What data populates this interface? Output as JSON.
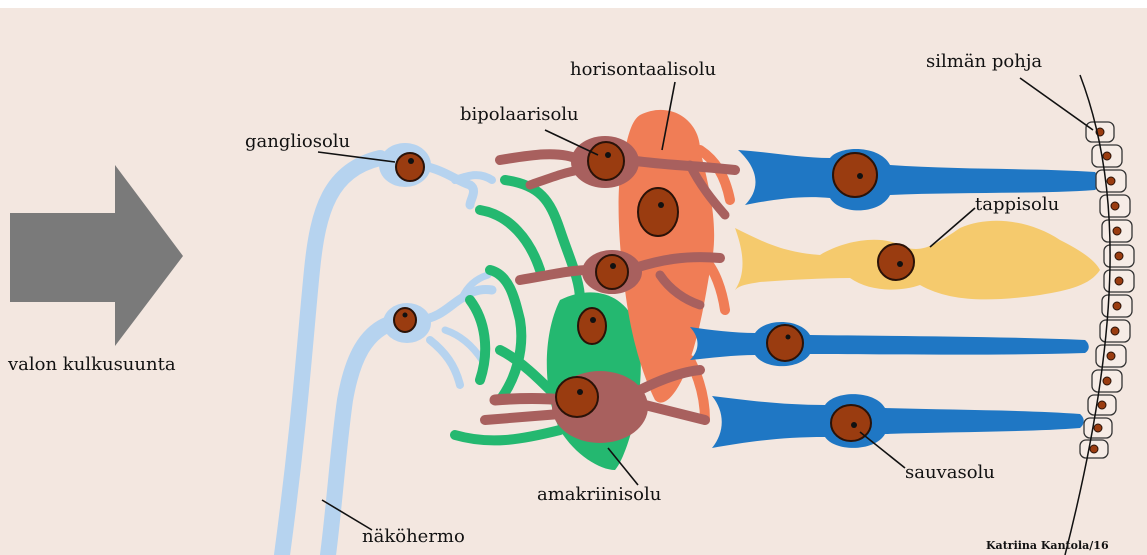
{
  "labels": {
    "light_direction": "valon kulkusuunta",
    "ganglion_cell": "gangliosolu",
    "bipolar_cell": "bipolaarisolu",
    "horizontal_cell": "horisontaalisolu",
    "fundus": "silmän pohja",
    "cone_cell": "tappisolu",
    "rod_cell": "sauvasolu",
    "amacrine_cell": "amakriinisolu",
    "optic_nerve": "näköhermo",
    "credit": "Katriina Kantola/16"
  },
  "colors": {
    "background": "#f3e7e0",
    "arrow": "#7a7a7a",
    "ganglion": "#b6d3ef",
    "bipolar": "#a8605e",
    "horizontal": "#f07d56",
    "amacrine": "#24b870",
    "rod": "#1f77c4",
    "cone": "#f5ca6d",
    "nucleus": "#9a3c10"
  }
}
